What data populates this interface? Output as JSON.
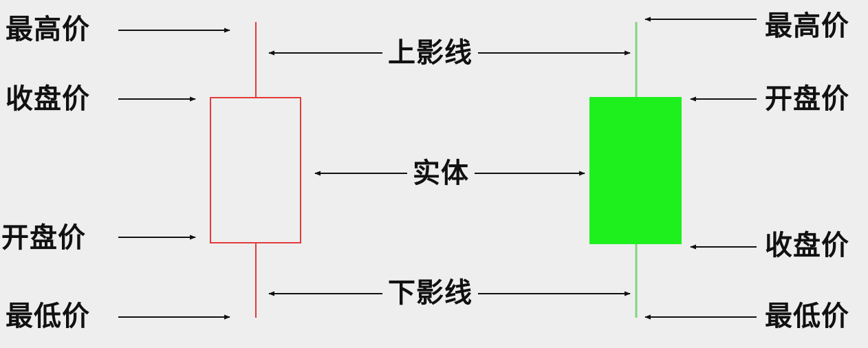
{
  "colors": {
    "background": "#eeeeee",
    "rising_candle": "#e23a3a",
    "falling_candle": "#1ef01e",
    "falling_wick": "#7fd67f",
    "arrow": "#111111",
    "text": "#111111"
  },
  "left_candle": {
    "high_label": "最高价",
    "close_label": "收盘价",
    "open_label": "开盘价",
    "low_label": "最低价"
  },
  "right_candle": {
    "high_label": "最高价",
    "open_label": "开盘价",
    "close_label": "收盘价",
    "low_label": "最低价"
  },
  "center": {
    "upper_shadow_label": "上影线",
    "body_label": "实体",
    "lower_shadow_label": "下影线"
  }
}
